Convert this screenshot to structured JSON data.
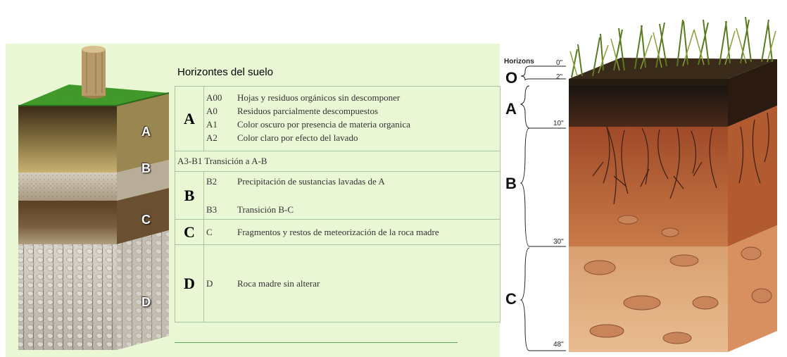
{
  "left_figure": {
    "labels": [
      "A",
      "B",
      "C",
      "D"
    ]
  },
  "table": {
    "title": "Horizontes del suelo",
    "rows": {
      "A": {
        "letter": "A",
        "lines": [
          {
            "code": "A00",
            "text": "Hojas y residuos orgánicos sin descomponer"
          },
          {
            "code": "A0",
            "text": "Residuos parcialmente descompuestos"
          },
          {
            "code": "A1",
            "text": "Color oscuro por presencia de materia organica"
          },
          {
            "code": "A2",
            "text": "Color claro por efecto del lavado"
          }
        ]
      },
      "transition": "A3-B1 Transición a A-B",
      "B": {
        "letter": "B",
        "lines": [
          {
            "code": "B2",
            "text": "Precipitación de sustancias lavadas de A"
          },
          {
            "code": "B3",
            "text": "Transición B-C"
          }
        ]
      },
      "C": {
        "letter": "C",
        "lines": [
          {
            "code": "C",
            "text": "Fragmentos y restos de meteorización de la roca madre"
          }
        ]
      },
      "D": {
        "letter": "D",
        "lines": [
          {
            "code": "D",
            "text": "Roca madre sin alterar"
          }
        ]
      }
    }
  },
  "right_figure": {
    "caption": "Horizons",
    "horizons": [
      "O",
      "A",
      "B",
      "C"
    ],
    "depths": [
      "0\"",
      "2\"",
      "10\"",
      "30\"",
      "48\""
    ]
  }
}
